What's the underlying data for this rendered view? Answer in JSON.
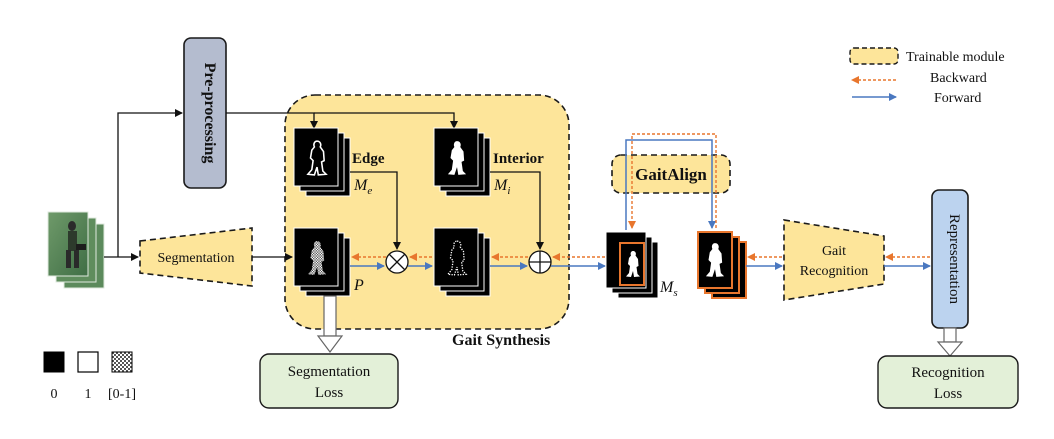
{
  "legend": {
    "trainable": "Trainable module",
    "backward": "Backward",
    "forward": "Forward",
    "value_black": "0",
    "value_white": "1",
    "value_pattern": "[0-1]"
  },
  "modules": {
    "preprocessing": "Pre-processing",
    "segmentation": "Segmentation",
    "gait_synthesis": "Gait Synthesis",
    "gaitalign": "GaitAlign",
    "gait_recognition_line1": "Gait",
    "gait_recognition_line2": "Recognition",
    "representation": "Representation"
  },
  "maps": {
    "edge": "Edge",
    "edge_symbol": "M",
    "edge_sub": "e",
    "interior": "Interior",
    "interior_symbol": "M",
    "interior_sub": "i",
    "p_symbol": "P",
    "ms_symbol": "M",
    "ms_sub": "s"
  },
  "losses": {
    "segmentation_line1": "Segmentation",
    "segmentation_line2": "Loss",
    "recognition_line1": "Recognition",
    "recognition_line2": "Loss"
  },
  "colors": {
    "trainable_fill": "#fde59a",
    "trainable_stroke": "#1a1a1a",
    "preprocessing_fill": "#b4bccf",
    "representation_fill": "#bcd3ef",
    "loss_fill": "#e3f0d8",
    "forward": "#4a78c0",
    "backward": "#e8762d",
    "mask_orange": "#e8762d"
  }
}
